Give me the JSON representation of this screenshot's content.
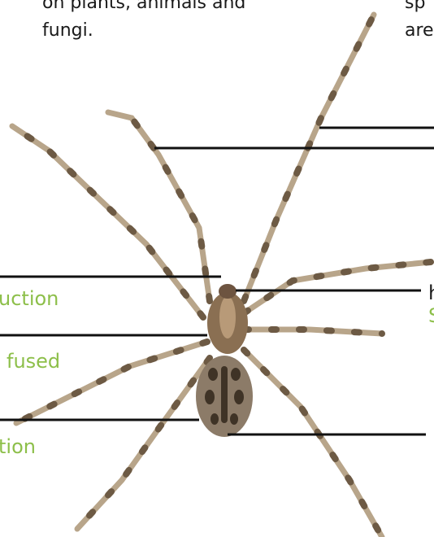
{
  "top_text": {
    "left_line1": "on plants, animals and",
    "left_line2": "fungi.",
    "right_line1": "sp",
    "right_line2": "are"
  },
  "left_labels": {
    "label_1": "uction",
    "label_2": "fused",
    "label_3": "tion"
  },
  "right_labels": {
    "label_1_dark": "h",
    "label_1_green": "S"
  },
  "colors": {
    "accent_green": "#8dbf4a",
    "leader_line": "#111111",
    "spider_light": "#b8a58a",
    "spider_dark": "#5a4634"
  }
}
